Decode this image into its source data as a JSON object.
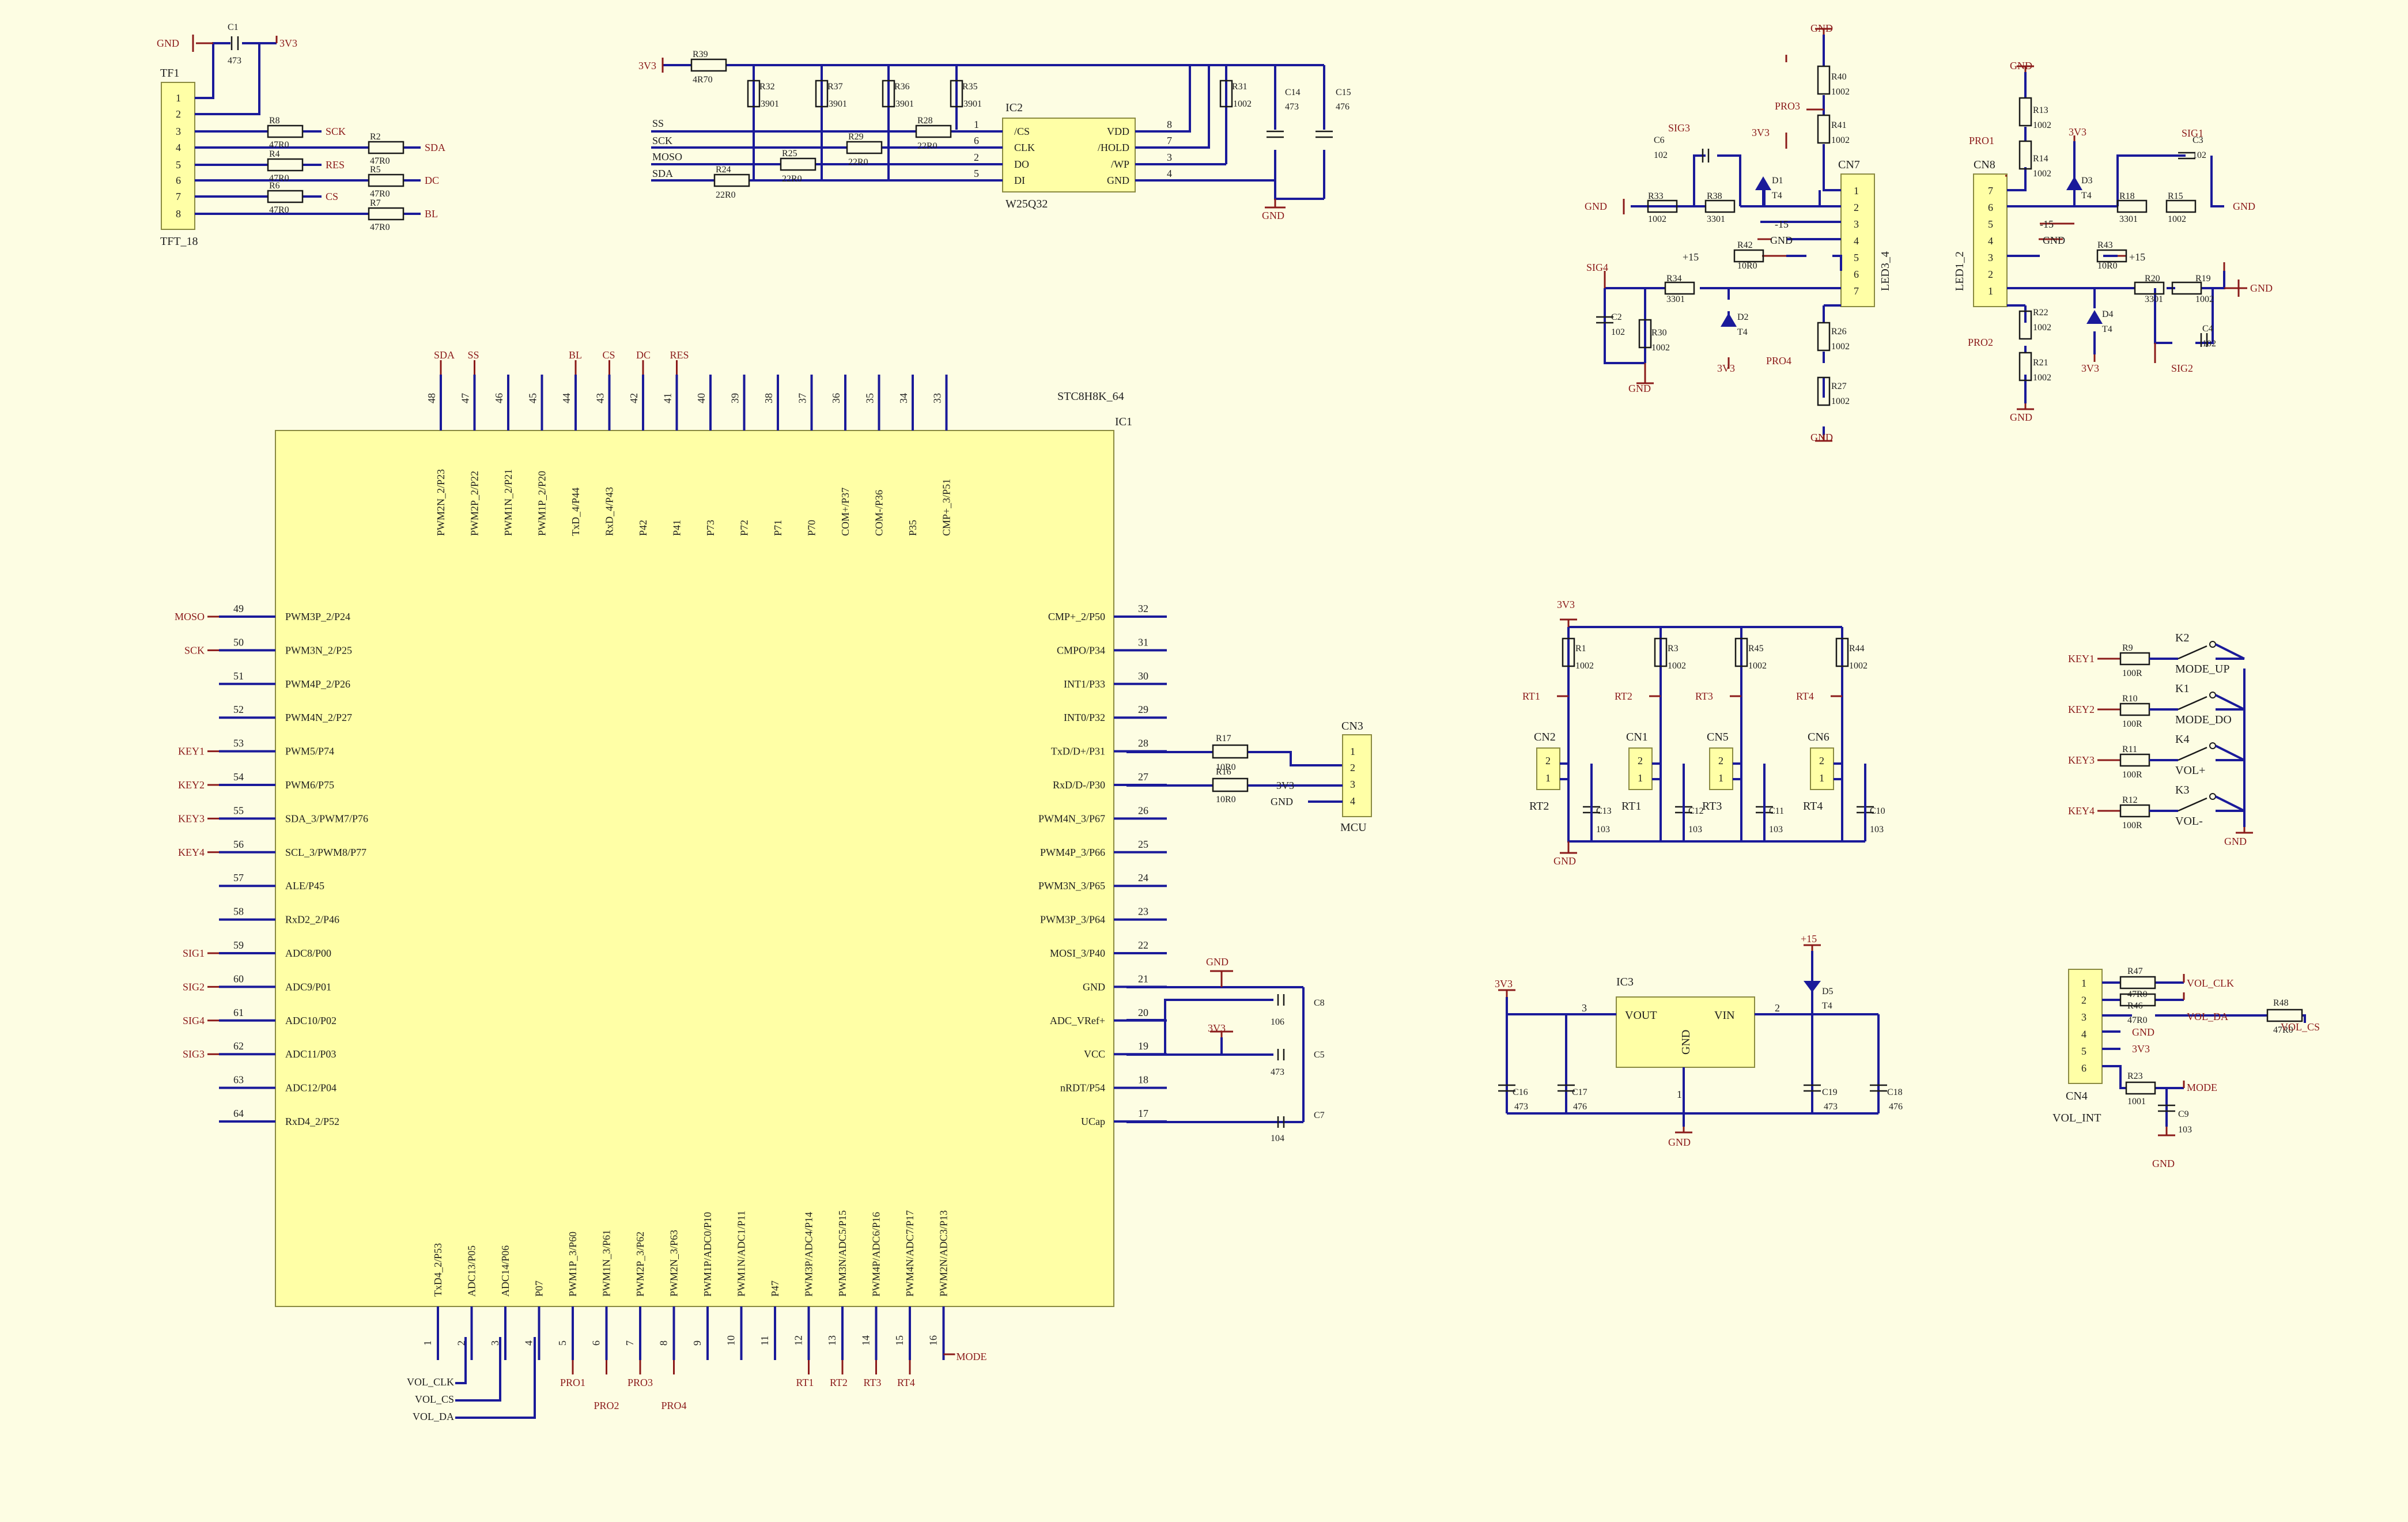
{
  "mcu": {
    "part": "STC8H8K_64",
    "ref": "IC1",
    "top_pins": [
      {
        "n": "48",
        "name": "PWM2N_2/P23",
        "net": "SDA"
      },
      {
        "n": "47",
        "name": "PWM2P_2/P22",
        "net": "SS"
      },
      {
        "n": "46",
        "name": "PWM1N_2/P21",
        "net": ""
      },
      {
        "n": "45",
        "name": "PWM1P_2/P20",
        "net": ""
      },
      {
        "n": "44",
        "name": "TxD_4/P44",
        "net": "BL"
      },
      {
        "n": "43",
        "name": "RxD_4/P43",
        "net": "CS"
      },
      {
        "n": "42",
        "name": "P42",
        "net": "DC"
      },
      {
        "n": "41",
        "name": "P41",
        "net": "RES"
      },
      {
        "n": "40",
        "name": "P73",
        "net": ""
      },
      {
        "n": "39",
        "name": "P72",
        "net": ""
      },
      {
        "n": "38",
        "name": "P71",
        "net": ""
      },
      {
        "n": "37",
        "name": "P70",
        "net": ""
      },
      {
        "n": "36",
        "name": "COM+/P37",
        "net": ""
      },
      {
        "n": "35",
        "name": "COM-/P36",
        "net": ""
      },
      {
        "n": "34",
        "name": "P35",
        "net": ""
      },
      {
        "n": "33",
        "name": "CMP+_3/P51",
        "net": ""
      }
    ],
    "left_pins": [
      {
        "n": "49",
        "name": "PWM3P_2/P24",
        "net": "MOSO"
      },
      {
        "n": "50",
        "name": "PWM3N_2/P25",
        "net": "SCK"
      },
      {
        "n": "51",
        "name": "PWM4P_2/P26",
        "net": ""
      },
      {
        "n": "52",
        "name": "PWM4N_2/P27",
        "net": ""
      },
      {
        "n": "53",
        "name": "PWM5/P74",
        "net": "KEY1"
      },
      {
        "n": "54",
        "name": "PWM6/P75",
        "net": "KEY2"
      },
      {
        "n": "55",
        "name": "SDA_3/PWM7/P76",
        "net": "KEY3"
      },
      {
        "n": "56",
        "name": "SCL_3/PWM8/P77",
        "net": "KEY4"
      },
      {
        "n": "57",
        "name": "ALE/P45",
        "net": ""
      },
      {
        "n": "58",
        "name": "RxD2_2/P46",
        "net": ""
      },
      {
        "n": "59",
        "name": "ADC8/P00",
        "net": "SIG1"
      },
      {
        "n": "60",
        "name": "ADC9/P01",
        "net": "SIG2"
      },
      {
        "n": "61",
        "name": "ADC10/P02",
        "net": "SIG4"
      },
      {
        "n": "62",
        "name": "ADC11/P03",
        "net": "SIG3"
      },
      {
        "n": "63",
        "name": "ADC12/P04",
        "net": ""
      },
      {
        "n": "64",
        "name": "RxD4_2/P52",
        "net": ""
      }
    ],
    "right_pins": [
      {
        "n": "32",
        "name": "CMP+_2/P50"
      },
      {
        "n": "31",
        "name": "CMPO/P34"
      },
      {
        "n": "30",
        "name": "INT1/P33"
      },
      {
        "n": "29",
        "name": "INT0/P32"
      },
      {
        "n": "28",
        "name": "TxD/D+/P31"
      },
      {
        "n": "27",
        "name": "RxD/D-/P30"
      },
      {
        "n": "26",
        "name": "PWM4N_3/P67"
      },
      {
        "n": "25",
        "name": "PWM4P_3/P66"
      },
      {
        "n": "24",
        "name": "PWM3N_3/P65"
      },
      {
        "n": "23",
        "name": "PWM3P_3/P64"
      },
      {
        "n": "22",
        "name": "MOSI_3/P40"
      },
      {
        "n": "21",
        "name": "GND"
      },
      {
        "n": "20",
        "name": "ADC_VRef+"
      },
      {
        "n": "19",
        "name": "VCC"
      },
      {
        "n": "18",
        "name": "nRDT/P54"
      },
      {
        "n": "17",
        "name": "UCap"
      }
    ],
    "bottom_pins": [
      {
        "n": "1",
        "name": "TxD4_2/P53",
        "net": ""
      },
      {
        "n": "2",
        "name": "ADC13/P05",
        "net": ""
      },
      {
        "n": "3",
        "name": "ADC14/P06",
        "net": ""
      },
      {
        "n": "4",
        "name": "P07",
        "net": ""
      },
      {
        "n": "5",
        "name": "PWM1P_3/P60",
        "net": "PRO1"
      },
      {
        "n": "6",
        "name": "PWM1N_3/P61",
        "net": "PRO2"
      },
      {
        "n": "7",
        "name": "PWM2P_3/P62",
        "net": "PRO3"
      },
      {
        "n": "8",
        "name": "PWM2N_3/P63",
        "net": "PRO4"
      },
      {
        "n": "9",
        "name": "PWM1P/ADC0/P10",
        "net": ""
      },
      {
        "n": "10",
        "name": "PWM1N/ADC1/P11",
        "net": ""
      },
      {
        "n": "11",
        "name": "P47",
        "net": ""
      },
      {
        "n": "12",
        "name": "PWM3P/ADC4/P14",
        "net": "RT1"
      },
      {
        "n": "13",
        "name": "PWM3N/ADC5/P15",
        "net": "RT2"
      },
      {
        "n": "14",
        "name": "PWM4P/ADC6/P16",
        "net": "RT3"
      },
      {
        "n": "15",
        "name": "PWM4N/ADC7/P17",
        "net": "RT4"
      },
      {
        "n": "16",
        "name": "PWM2N/ADC3/P13",
        "net": "MODE"
      }
    ],
    "vol_labels": [
      "VOL_CLK",
      "VOL_CS",
      "VOL_DA"
    ],
    "mcu_caps": [
      {
        "ref": "C8",
        "val": "106"
      },
      {
        "ref": "C5",
        "val": "473"
      },
      {
        "ref": "C7",
        "val": "104"
      }
    ],
    "uart": {
      "r17": "R17",
      "r17v": "10R0",
      "r16": "R16",
      "r16v": "10R0"
    }
  },
  "tft": {
    "conn": "TF1",
    "name": "TFT_18",
    "pins": [
      "1",
      "2",
      "3",
      "4",
      "5",
      "6",
      "7",
      "8"
    ],
    "gnd": "GND",
    "v33": "3V3",
    "cap": "C1",
    "capv": "473",
    "rows": [
      {
        "ref": "R8",
        "val": "47R0",
        "net": "SCK"
      },
      {
        "ref": "R2",
        "val": "47R0",
        "net": "SDA"
      },
      {
        "ref": "R4",
        "val": "47R0",
        "net": "RES"
      },
      {
        "ref": "R5",
        "val": "47R0",
        "net": "DC"
      },
      {
        "ref": "R6",
        "val": "47R0",
        "net": "CS"
      },
      {
        "ref": "R7",
        "val": "47R0",
        "net": "BL"
      }
    ]
  },
  "flash": {
    "ref": "IC2",
    "part": "W25Q32",
    "rail": "3V3",
    "pins_left": [
      {
        "n": "1",
        "name": "/CS"
      },
      {
        "n": "6",
        "name": "CLK"
      },
      {
        "n": "2",
        "name": "DO"
      },
      {
        "n": "5",
        "name": "DI"
      }
    ],
    "pins_right": [
      {
        "n": "8",
        "name": "VDD"
      },
      {
        "n": "7",
        "name": "/HOLD"
      },
      {
        "n": "3",
        "name": "/WP"
      },
      {
        "n": "4",
        "name": "GND"
      }
    ],
    "nets": [
      "SS",
      "SCK",
      "MOSO",
      "SDA"
    ],
    "res": [
      {
        "ref": "R39",
        "val": "4R70"
      },
      {
        "ref": "R32",
        "val": "3901"
      },
      {
        "ref": "R37",
        "val": "3901"
      },
      {
        "ref": "R36",
        "val": "3901"
      },
      {
        "ref": "R35",
        "val": "3901"
      },
      {
        "ref": "R31",
        "val": "1002"
      },
      {
        "ref": "R28",
        "val": "22R0"
      },
      {
        "ref": "R29",
        "val": "22R0"
      },
      {
        "ref": "R25",
        "val": "22R0"
      },
      {
        "ref": "R24",
        "val": "22R0"
      }
    ],
    "caps": [
      {
        "ref": "C14",
        "val": "473"
      },
      {
        "ref": "C15",
        "val": "476"
      }
    ],
    "gnd": "GND"
  },
  "led_a": {
    "conn": "CN7",
    "name": "LED3_4",
    "pins": [
      "1",
      "2",
      "3",
      "4",
      "5",
      "6",
      "7"
    ],
    "labels": {
      "gnd": "GND",
      "pro3": "PRO3",
      "pro4": "PRO4",
      "sig3": "SIG3",
      "sig4": "SIG4",
      "v33": "3V3",
      "m15": "-15",
      "p15": "+15"
    },
    "parts": [
      {
        "ref": "R40",
        "val": "1002"
      },
      {
        "ref": "R41",
        "val": "1002"
      },
      {
        "ref": "R33",
        "val": "1002"
      },
      {
        "ref": "R38",
        "val": "3301"
      },
      {
        "ref": "R42",
        "val": "10R0"
      },
      {
        "ref": "R34",
        "val": "3301"
      },
      {
        "ref": "R30",
        "val": "1002"
      },
      {
        "ref": "R26",
        "val": "1002"
      },
      {
        "ref": "R27",
        "val": "1002"
      },
      {
        "ref": "C6",
        "val": "102"
      },
      {
        "ref": "C2",
        "val": "102"
      },
      {
        "ref": "D1",
        "val": "T4"
      },
      {
        "ref": "D2",
        "val": "T4"
      }
    ]
  },
  "led_b": {
    "conn": "CN8",
    "name": "LED1_2",
    "pins": [
      "7",
      "6",
      "5",
      "4",
      "3",
      "2",
      "1"
    ],
    "labels": {
      "gnd": "GND",
      "pro1": "PRO1",
      "pro2": "PRO2",
      "sig1": "SIG1",
      "sig2": "SIG2",
      "v33": "3V3",
      "m15": "-15",
      "p15": "+15"
    },
    "parts": [
      {
        "ref": "R13",
        "val": "1002"
      },
      {
        "ref": "R14",
        "val": "1002"
      },
      {
        "ref": "R18",
        "val": "3301"
      },
      {
        "ref": "R15",
        "val": "1002"
      },
      {
        "ref": "R43",
        "val": "10R0"
      },
      {
        "ref": "R20",
        "val": "3301"
      },
      {
        "ref": "R19",
        "val": "1002"
      },
      {
        "ref": "R22",
        "val": "1002"
      },
      {
        "ref": "R21",
        "val": "1002"
      },
      {
        "ref": "C3",
        "val": "102"
      },
      {
        "ref": "C4",
        "val": "102"
      },
      {
        "ref": "D3",
        "val": "T4"
      },
      {
        "ref": "D4",
        "val": "T4"
      }
    ]
  },
  "mcu_conn": {
    "ref": "CN3",
    "name": "MCU",
    "pins": [
      "1",
      "2",
      "3",
      "4"
    ],
    "v33": "3V3",
    "gnd": "GND"
  },
  "rt": {
    "rail": "3V3",
    "gnd": "GND",
    "channels": [
      {
        "rt": "RT1",
        "r": "R1",
        "rv": "1002",
        "cn": "CN2",
        "c": "C13",
        "cv": "103",
        "rtl": "RT2"
      },
      {
        "rt": "RT2",
        "r": "R3",
        "rv": "1002",
        "cn": "CN1",
        "c": "C12",
        "cv": "103",
        "rtl": "RT1"
      },
      {
        "rt": "RT3",
        "r": "R45",
        "rv": "1002",
        "cn": "CN5",
        "c": "C11",
        "cv": "103",
        "rtl": "RT3"
      },
      {
        "rt": "RT4",
        "r": "R44",
        "rv": "1002",
        "cn": "CN6",
        "c": "C10",
        "cv": "103",
        "rtl": "RT4"
      }
    ]
  },
  "keys": {
    "gnd": "GND",
    "items": [
      {
        "net": "KEY1",
        "r": "R9",
        "rv": "100R",
        "sw": "K2",
        "label": "MODE_UP"
      },
      {
        "net": "KEY2",
        "r": "R10",
        "rv": "100R",
        "sw": "K1",
        "label": "MODE_DO"
      },
      {
        "net": "KEY3",
        "r": "R11",
        "rv": "100R",
        "sw": "K4",
        "label": "VOL+"
      },
      {
        "net": "KEY4",
        "r": "R12",
        "rv": "100R",
        "sw": "K3",
        "label": "VOL-"
      }
    ]
  },
  "ldo": {
    "ref": "IC3",
    "vout": "VOUT",
    "vin": "VIN",
    "gnd": "GND",
    "p3": "3",
    "p2": "2",
    "p1": "1",
    "in_rail": "+15",
    "out_rail": "3V3",
    "parts": [
      {
        "ref": "C16",
        "val": "473"
      },
      {
        "ref": "C17",
        "val": "476"
      },
      {
        "ref": "D5",
        "val": "T4"
      },
      {
        "ref": "C19",
        "val": "473"
      },
      {
        "ref": "C18",
        "val": "476"
      }
    ]
  },
  "vol": {
    "conn": "CN4",
    "name": "VOL_INT",
    "pins": [
      "1",
      "2",
      "3",
      "4",
      "5",
      "6"
    ],
    "r47": "R47",
    "r47v": "47R0",
    "r46": "R46",
    "r46v": "47R0",
    "r48": "R48",
    "r48v": "47R0",
    "r23": "R23",
    "r23v": "1001",
    "c9": "C9",
    "c9v": "103",
    "nets": {
      "clk": "VOL_CLK",
      "da": "VOL_DA",
      "cs": "VOL_CS",
      "gnd": "GND",
      "v33": "3V3",
      "mode": "MODE"
    }
  }
}
